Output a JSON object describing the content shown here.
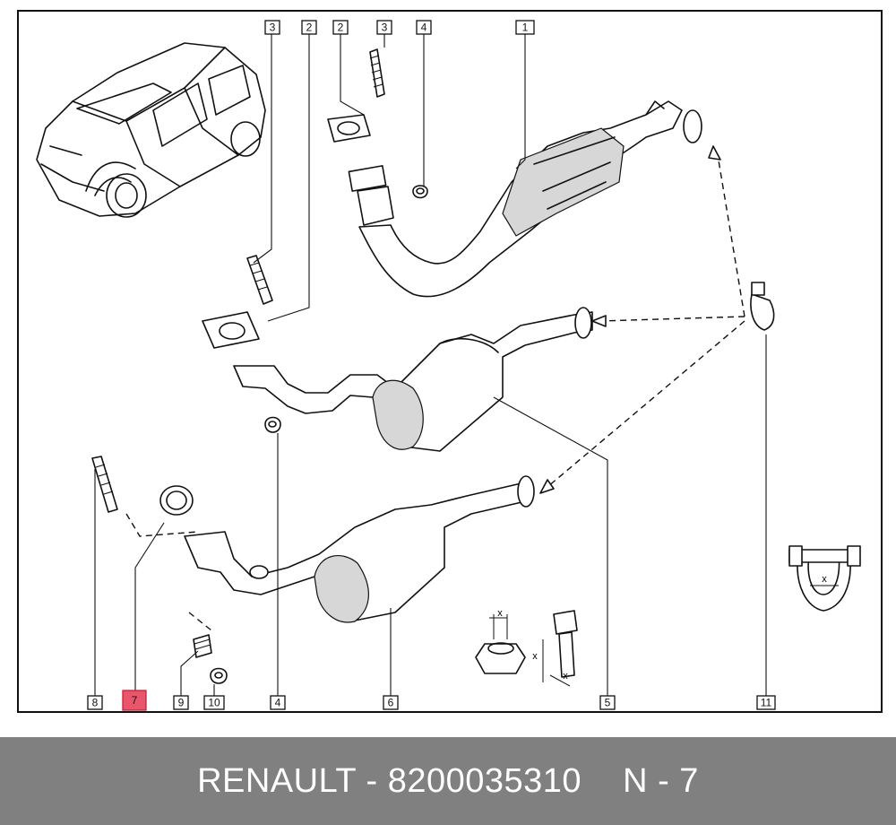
{
  "caption": {
    "brand": "RENAULT",
    "separator": "-",
    "part_number": "8200035310",
    "position": "N - 7"
  },
  "callouts": [
    {
      "id": "c3a",
      "label": "3"
    },
    {
      "id": "c2a",
      "label": "2"
    },
    {
      "id": "c2b",
      "label": "2"
    },
    {
      "id": "c3b",
      "label": "3"
    },
    {
      "id": "c4a",
      "label": "4"
    },
    {
      "id": "c1",
      "label": "1"
    },
    {
      "id": "c8",
      "label": "8"
    },
    {
      "id": "c7",
      "label": "7",
      "highlighted": true
    },
    {
      "id": "c9",
      "label": "9"
    },
    {
      "id": "c10",
      "label": "10"
    },
    {
      "id": "c4b",
      "label": "4"
    },
    {
      "id": "c6",
      "label": "6"
    },
    {
      "id": "c5",
      "label": "5"
    },
    {
      "id": "c11",
      "label": "11"
    }
  ],
  "dimension_marks": {
    "nut": "x",
    "bolt_head": "x",
    "bolt_len": "x",
    "clamp": "x"
  },
  "colors": {
    "highlight": "#e9556b",
    "caption_bg": "#808080",
    "caption_text": "#ffffff"
  }
}
